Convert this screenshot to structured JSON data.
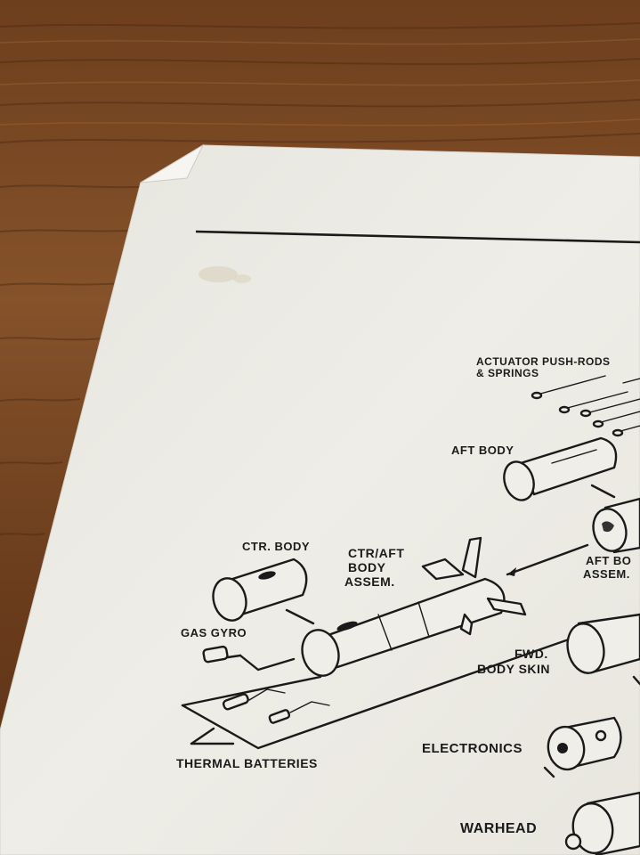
{
  "labels": {
    "actuator_line1": "ACTUATOR PUSH-RODS",
    "actuator_line2": "& SPRINGS",
    "aft_body": "AFT BODY",
    "aft_body_assem_line1": "AFT BO",
    "aft_body_assem_line2": "ASSEM.",
    "ctr_body": "CTR. BODY",
    "ctr_aft_line1": "CTR/AFT",
    "ctr_aft_line2": "BODY",
    "ctr_aft_line3": "ASSEM.",
    "gas_gyro": "GAS GYRO",
    "fwd_line1": "FWD.",
    "fwd_line2": "BODY SKIN",
    "electronics": "ELECTRONICS",
    "thermal_batteries": "THERMAL BATTERIES",
    "warhead": "WARHEAD"
  },
  "colors": {
    "wood_dark": "#5a3218",
    "wood_mid": "#7a4a26",
    "wood_light": "#9a6636",
    "paper": "#ecebe4",
    "ink": "#1a1a1a"
  }
}
